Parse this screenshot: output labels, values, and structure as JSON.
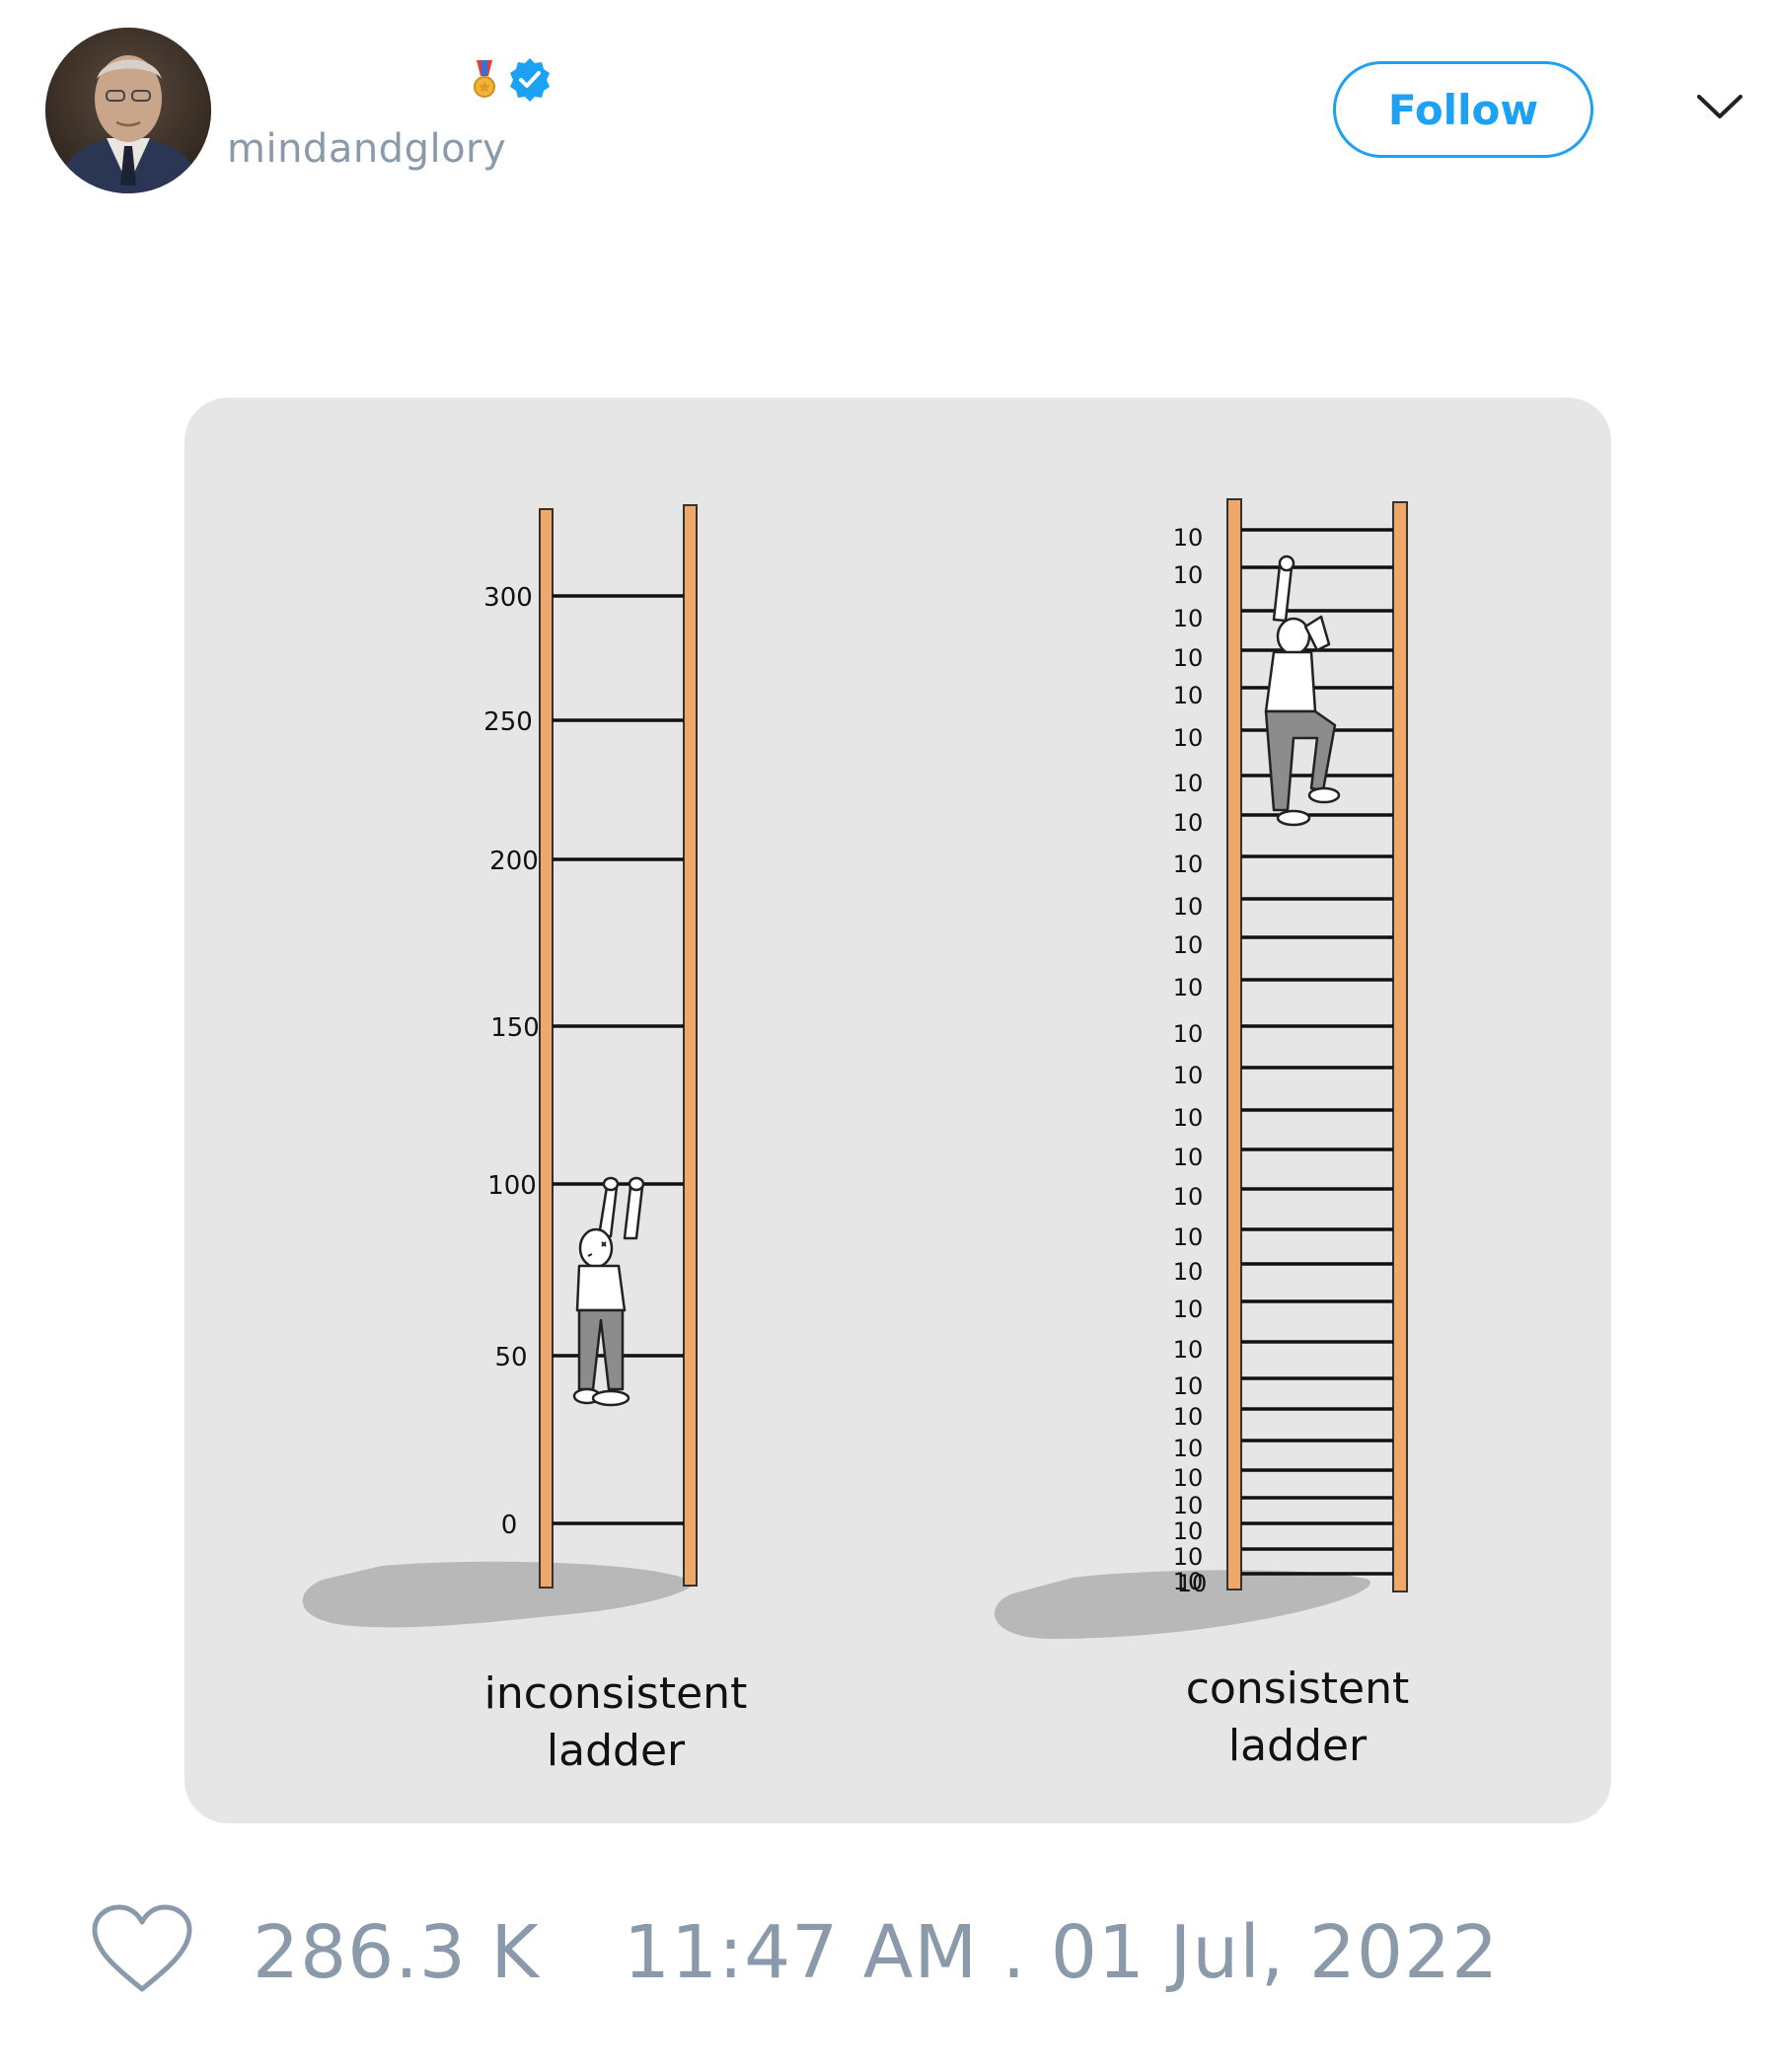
{
  "tweet": {
    "author": {
      "display_name": "",
      "handle": "mindandglory",
      "verified": true,
      "badge_icon": "military-medal-icon",
      "verified_icon": "verified-check-icon"
    },
    "follow_label": "Follow",
    "more_icon": "chevron-down-icon",
    "accent_color": "#1da1f2",
    "likes": "286.3 K",
    "timestamp": "11:47 AM . 01 Jul, 2022"
  },
  "image": {
    "inconsistent": {
      "caption_line1": "inconsistent",
      "caption_line2": "ladder",
      "rung_labels": [
        "300",
        "250",
        "200",
        "150",
        "100",
        "50",
        "0"
      ]
    },
    "consistent": {
      "caption_line1": "consistent",
      "caption_line2": "ladder",
      "rung_label": "10",
      "rung_count": 30
    },
    "rail_color": "#f0a76a"
  }
}
